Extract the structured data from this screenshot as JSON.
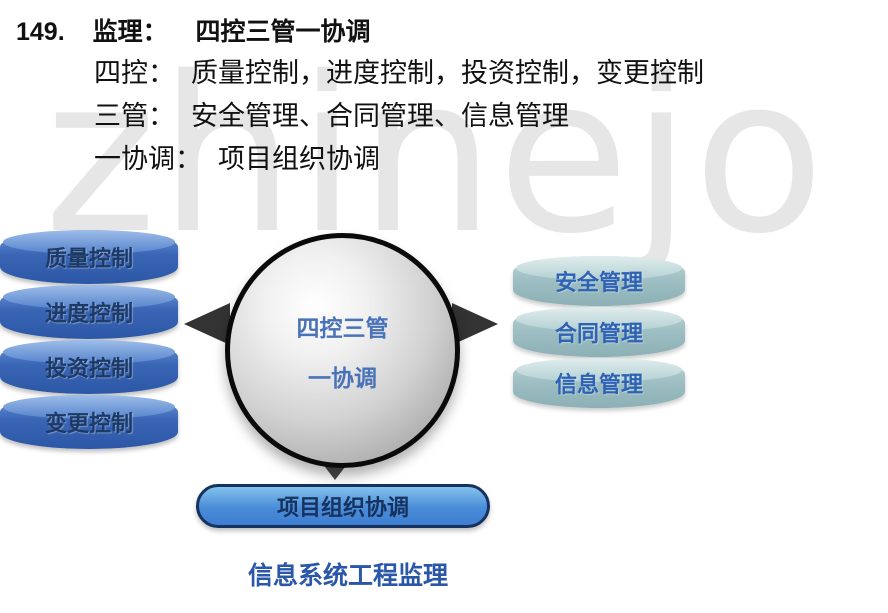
{
  "watermark": "zhinejo",
  "title": {
    "number": "149.",
    "label": "监理：",
    "text": "四控三管一协调"
  },
  "lines": [
    {
      "label": "四控：",
      "text": "质量控制，进度控制，投资控制，变更控制"
    },
    {
      "label": "三管：",
      "text": "安全管理、合同管理、信息管理"
    },
    {
      "label": "一协调：",
      "text": "项目组织协调"
    }
  ],
  "diagram": {
    "center": {
      "line1": "四控三管",
      "line2": "一协调"
    },
    "left_stack": [
      "质量控制",
      "进度控制",
      "投资控制",
      "变更控制"
    ],
    "right_stack": [
      "安全管理",
      "合同管理",
      "信息管理"
    ],
    "bottom_pill": "项目组织协调",
    "caption": "信息系统工程监理"
  },
  "colors": {
    "left_cylinder": "#3a66b5",
    "right_cylinder": "#9fc0c4",
    "sphere_text": "#4a72b8",
    "pill_fill": "#4a8cd8",
    "pill_border": "#16325e",
    "caption": "#2a57a8",
    "watermark": "#e6e6e6"
  }
}
